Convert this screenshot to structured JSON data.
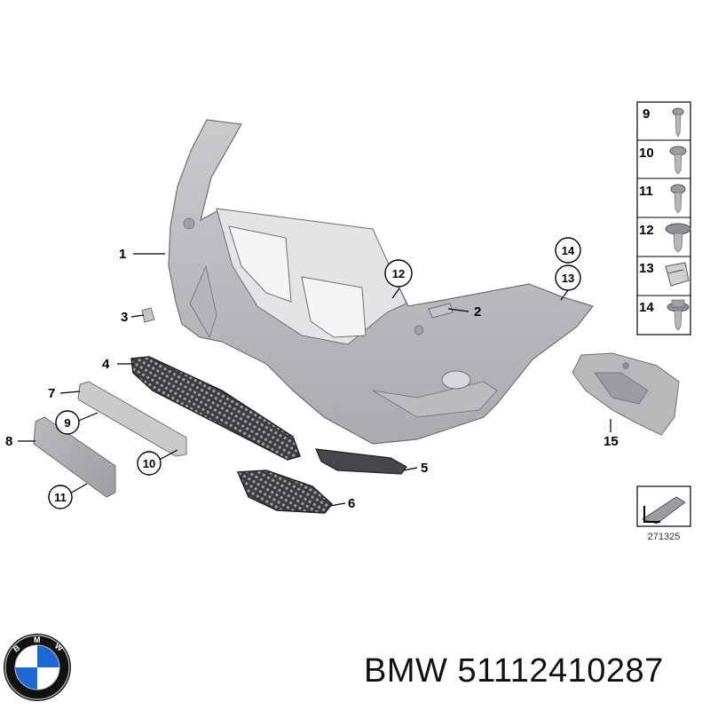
{
  "callouts": {
    "c1": "1",
    "c2": "2",
    "c3": "3",
    "c4": "4",
    "c5": "5",
    "c6": "6",
    "c7": "7",
    "c8": "8",
    "c9": "9",
    "c10": "10",
    "c11": "11",
    "c12": "12",
    "c13": "13",
    "c14": "14",
    "c15": "15"
  },
  "fastener_table": [
    "9",
    "10",
    "11",
    "12",
    "13",
    "14"
  ],
  "reference_number": "271325",
  "logo": {
    "text": "BMW",
    "colors": {
      "blue": "#1c69d4",
      "white": "#ffffff",
      "ring": "#111111"
    }
  },
  "caption": {
    "brand": "BMW",
    "part_number": "51112410287"
  }
}
